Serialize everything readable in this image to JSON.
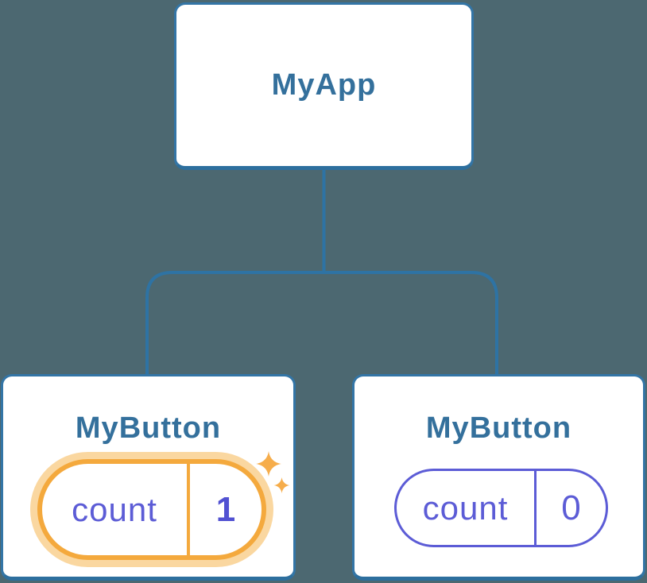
{
  "diagram": {
    "root": {
      "label": "MyApp"
    },
    "children": [
      {
        "label": "MyButton",
        "state": {
          "key": "count",
          "value": "1"
        },
        "highlighted": true
      },
      {
        "label": "MyButton",
        "state": {
          "key": "count",
          "value": "0"
        },
        "highlighted": false
      }
    ]
  },
  "icons": {
    "sparkle_large": "sparkle-icon",
    "sparkle_small": "sparkle-icon"
  },
  "colors": {
    "background": "#4c6871",
    "node_fill": "#ffffff",
    "node_border": "#3375a6",
    "node_border_bottom": "#2d6f9e",
    "connector": "#2e73a4",
    "node_title": "#34709c",
    "state_indigo": "#5c5cd6",
    "state_value_bold": "#5151d2",
    "highlight_orange": "#f4a93d",
    "highlight_halo": "#fad7a0",
    "sparkle": "#f6ad4b"
  }
}
